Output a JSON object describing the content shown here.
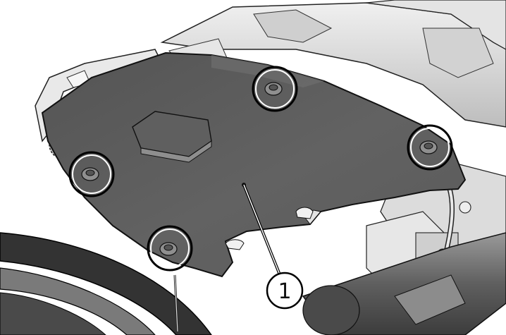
{
  "colors": {
    "background": "#ffffff",
    "panel_dark": "#5b5b5b",
    "panel_mid": "#6a6a6a",
    "frame_light": "#d8d8d8",
    "frame_mid": "#b9b9b9",
    "line": "#111111",
    "marker_ring": "#000000"
  },
  "callout": {
    "label": "1"
  },
  "markers": [
    {
      "name": "fastener-marker-top"
    },
    {
      "name": "fastener-marker-right"
    },
    {
      "name": "fastener-marker-left"
    },
    {
      "name": "fastener-marker-bottom"
    }
  ]
}
